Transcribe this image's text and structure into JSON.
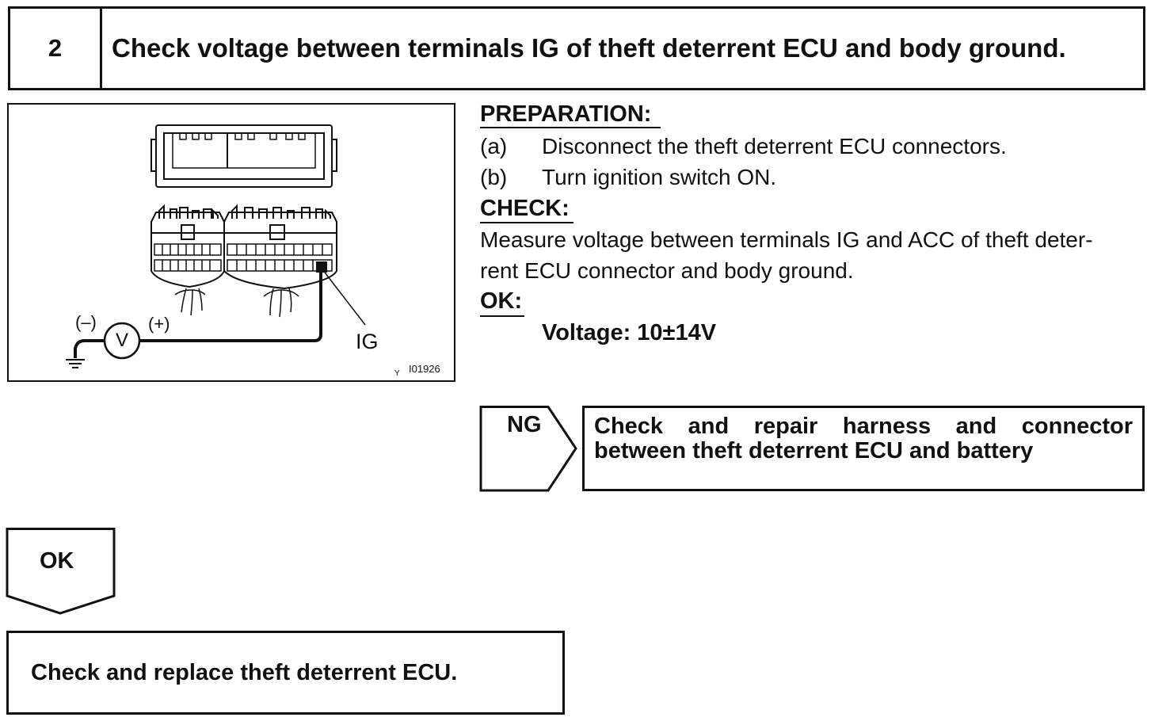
{
  "step": {
    "number": "2",
    "title": "Check voltage between terminals IG of theft deterrent ECU and body ground."
  },
  "illustration": {
    "minus_label": "(–)",
    "plus_label": "(+)",
    "meter_label": "V",
    "terminal_label": "IG",
    "code_prefix": "Y",
    "figure_code": "I01926"
  },
  "preparation": {
    "heading": "PREPARATION:",
    "steps": [
      {
        "letter": "(a)",
        "text": "Disconnect the theft deterrent ECU connectors."
      },
      {
        "letter": "(b)",
        "text": "Turn ignition switch ON."
      }
    ]
  },
  "check": {
    "heading": "CHECK:",
    "line1": "Measure voltage between terminals IG and ACC of theft deter-",
    "line2": "rent ECU connector and body ground."
  },
  "ok_spec": {
    "heading": "OK:",
    "value": "Voltage: 10±14V"
  },
  "ng_branch": {
    "label": "NG",
    "result": "Check and repair harness and connector between theft deterrent ECU and battery"
  },
  "ok_branch": {
    "label": "OK",
    "result": "Check and replace theft deterrent ECU."
  }
}
